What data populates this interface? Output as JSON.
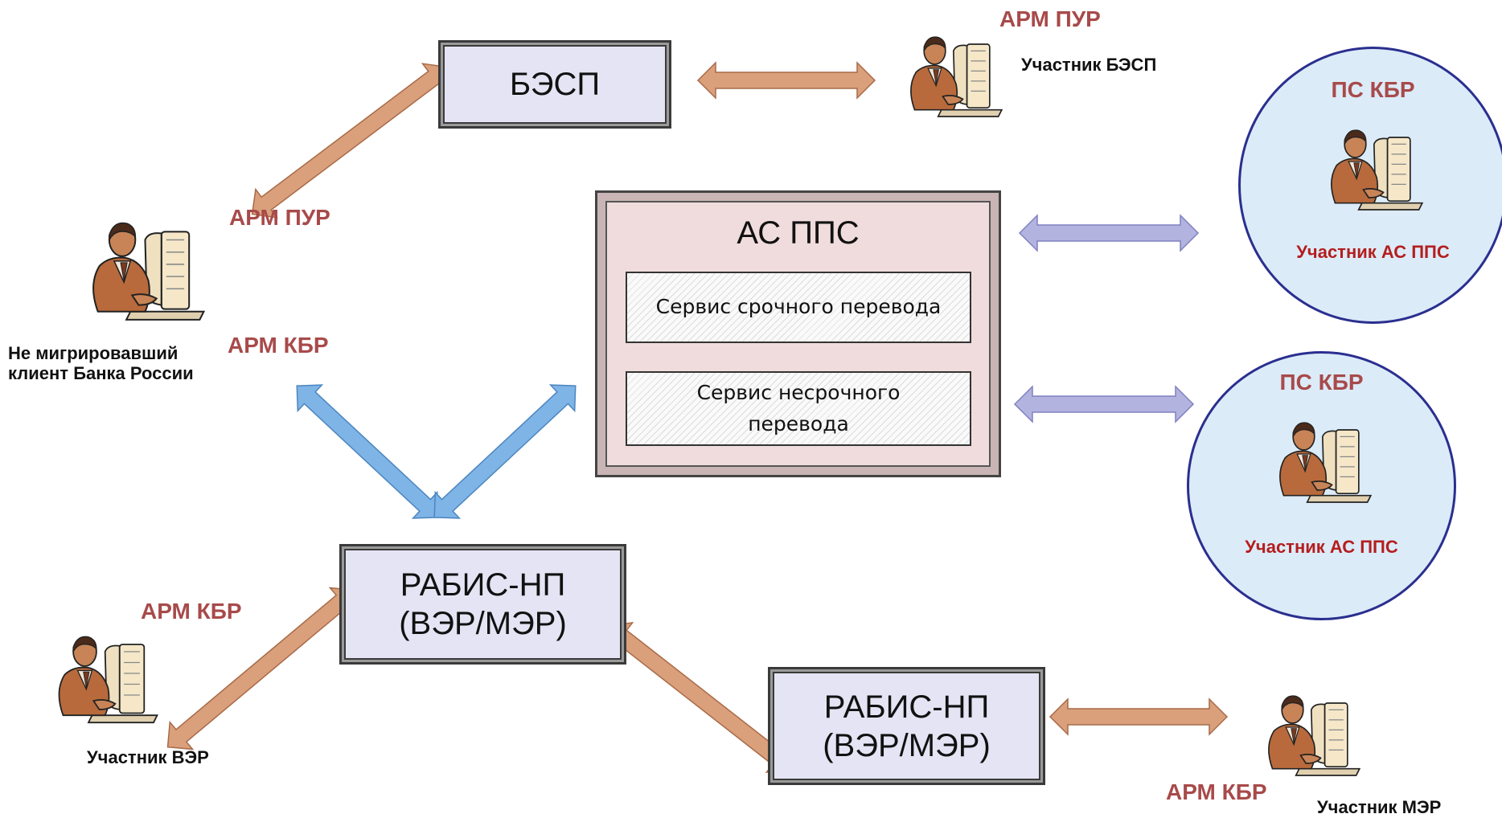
{
  "nodes": {
    "besp": "БЭСП",
    "as_pps": "АС ППС",
    "service_urgent": "Сервис срочного перевода",
    "service_nonurgent": "Сервис несрочного перевода",
    "rabis1": "РАБИС-НП (ВЭР/МЭР)",
    "rabis2": "РАБИС-НП (ВЭР/МЭР)"
  },
  "labels": {
    "arm_pur_top": "АРМ ПУР",
    "participant_besp": "Участник БЭСП",
    "arm_pur_left": "АРМ ПУР",
    "arm_kbr_left": "АРМ КБР",
    "nonmigrated_client": "Не мигрировавший клиент Банка России",
    "arm_kbr_ver": "АРМ КБР",
    "participant_ver": "Участник ВЭР",
    "arm_kbr_mer": "АРМ КБР",
    "participant_mer": "Участник МЭР"
  },
  "circles": [
    {
      "title": "ПС КБР",
      "participant": "Участник АС ППС"
    },
    {
      "title": "ПС КБР",
      "participant": "Участник АС ППС"
    }
  ],
  "colors": {
    "arrow_brown": "#d9a07b",
    "arrow_blue": "#7fb4e6",
    "arrow_violet": "#b3b3e0",
    "label_red": "#a84a4a",
    "circle_fill": "#dcebf8",
    "circle_border": "#2a2f8f"
  }
}
